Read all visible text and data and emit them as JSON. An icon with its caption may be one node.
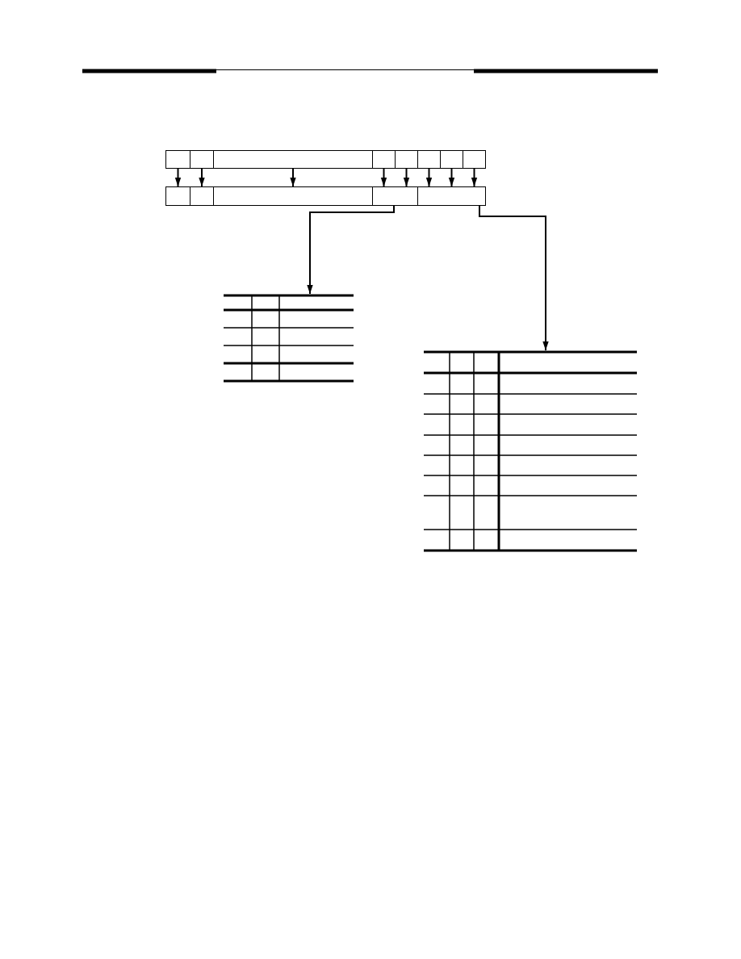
{
  "diagram": {
    "nodes": [
      {
        "text": [],
        "shape": "box"
      },
      {
        "text": [],
        "shape": "box"
      },
      {
        "text": [],
        "shape": "box"
      },
      {
        "text": [],
        "shape": "box"
      },
      {
        "text": [],
        "shape": "box"
      },
      {
        "text": [],
        "shape": "box"
      },
      {
        "text": [],
        "shape": "box"
      },
      {
        "text": [],
        "shape": "box"
      },
      {
        "text": [],
        "shape": "box"
      },
      {
        "text": [],
        "shape": "box"
      },
      {
        "text": [],
        "shape": "box"
      },
      {
        "text": [],
        "shape": "box"
      },
      {
        "text": [],
        "shape": "box"
      },
      {
        "text": [],
        "shape": "table"
      },
      {
        "text": [],
        "shape": "table"
      }
    ],
    "edges": [
      {
        "from": 0,
        "to": 8,
        "arrow": "to"
      },
      {
        "from": 1,
        "to": 9,
        "arrow": "to"
      },
      {
        "from": 2,
        "to": 10,
        "arrow": "to"
      },
      {
        "from": 3,
        "to": 11,
        "arrow": "to"
      },
      {
        "from": 4,
        "to": 11,
        "arrow": "to"
      },
      {
        "from": 5,
        "to": 12,
        "arrow": "to"
      },
      {
        "from": 6,
        "to": 12,
        "arrow": "to"
      },
      {
        "from": 7,
        "to": 12,
        "arrow": "to"
      },
      {
        "from": 11,
        "to": 13,
        "arrow": "to"
      },
      {
        "from": 12,
        "to": 14,
        "arrow": "to"
      }
    ]
  }
}
